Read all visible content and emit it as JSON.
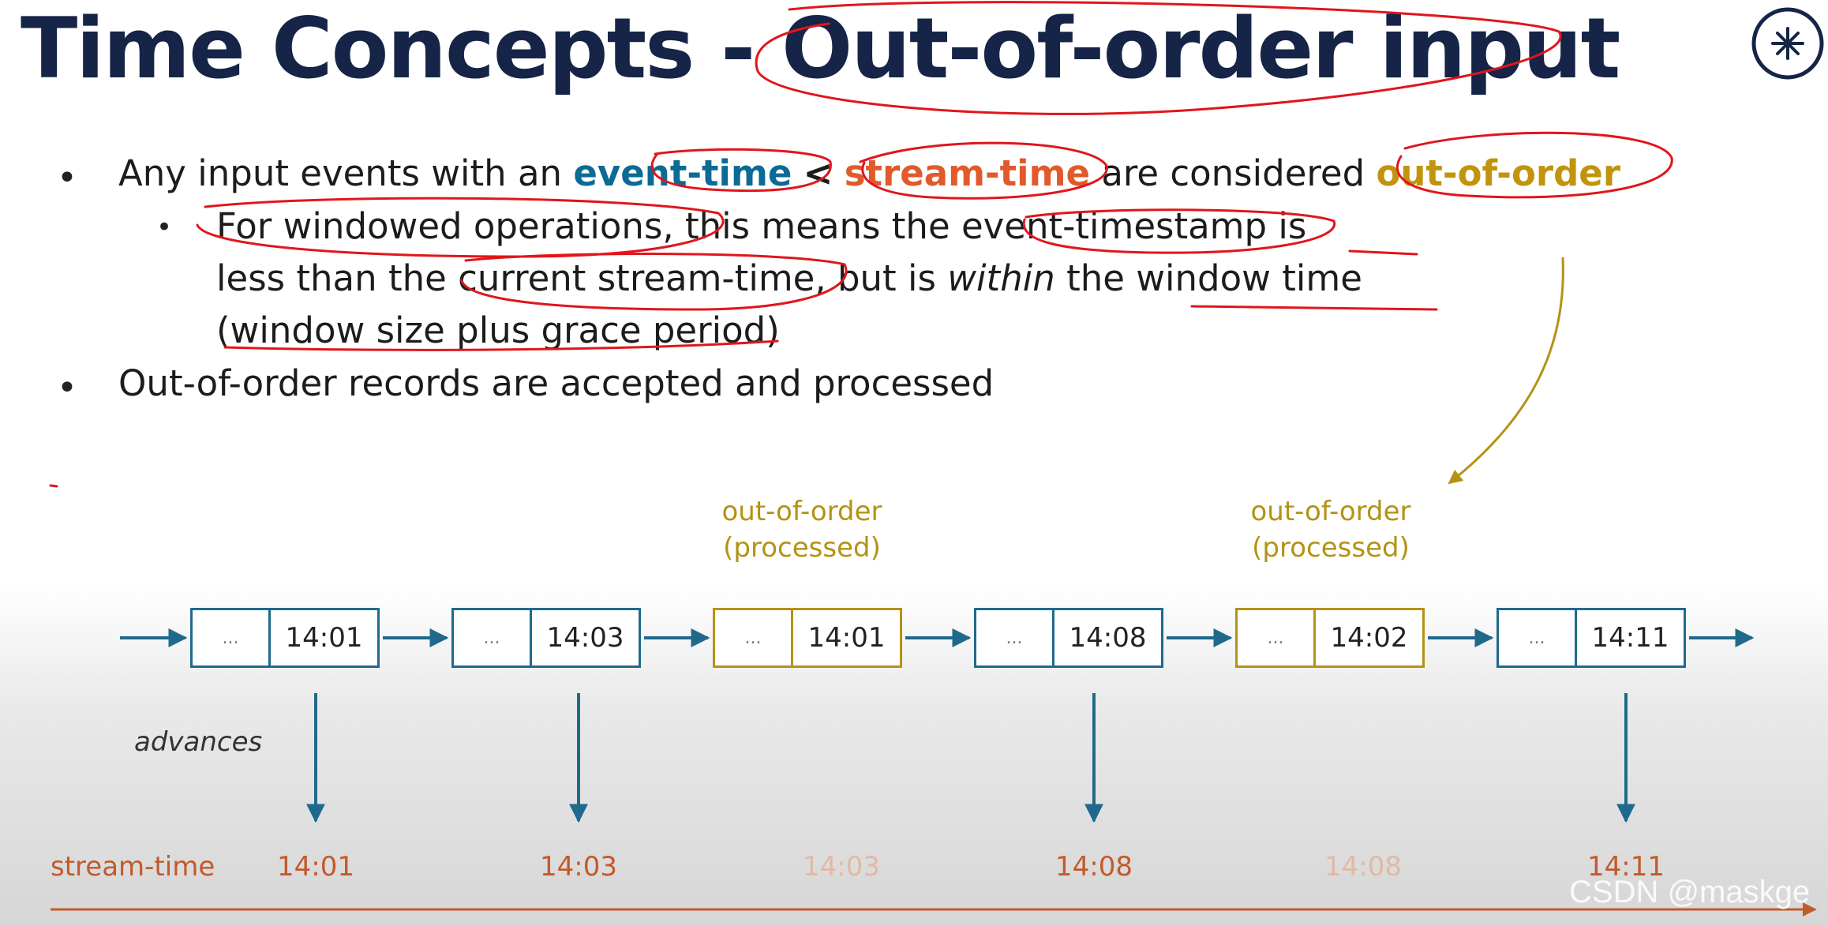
{
  "slide": {
    "title": "Time Concepts - Out-of-order input",
    "bullets": {
      "b1_prefix": "Any input events with an",
      "b1_event_time": "event-time",
      "b1_lt": "<",
      "b1_stream_time": "stream-time",
      "b1_mid": "are considered",
      "b1_out_of_order": "out-of-order",
      "sub_line1": "For windowed operations, this means the event-timestamp is",
      "sub_line2_a": "less than the current stream-time, but is",
      "sub_line2_within": "within",
      "sub_line2_b": "the window time",
      "sub_line3": "(window size plus grace period)",
      "b2": "Out-of-order records are accepted and processed"
    },
    "watermark": "CSDN @maskge"
  },
  "diagram": {
    "ooo_label_line1": "out-of-order",
    "ooo_label_line2": "(processed)",
    "placeholder": "...",
    "events": [
      {
        "ts": "14:01",
        "out_of_order": false
      },
      {
        "ts": "14:03",
        "out_of_order": false
      },
      {
        "ts": "14:01",
        "out_of_order": true
      },
      {
        "ts": "14:08",
        "out_of_order": false
      },
      {
        "ts": "14:02",
        "out_of_order": true
      },
      {
        "ts": "14:11",
        "out_of_order": false
      }
    ],
    "advances_label": "advances",
    "stream_time_label": "stream-time",
    "stream_times": [
      {
        "value": "14:01",
        "advanced": true
      },
      {
        "value": "14:03",
        "advanced": true
      },
      {
        "value": "14:03",
        "advanced": false
      },
      {
        "value": "14:08",
        "advanced": true
      },
      {
        "value": "14:08",
        "advanced": false
      },
      {
        "value": "14:11",
        "advanced": true
      }
    ]
  },
  "colors": {
    "title": "#152447",
    "event_time": "#0b6b94",
    "stream_time": "#e05a2b",
    "out_of_order": "#c2930c",
    "arrow": "#1f6a8c",
    "annotation_pen": "#e0161c"
  }
}
